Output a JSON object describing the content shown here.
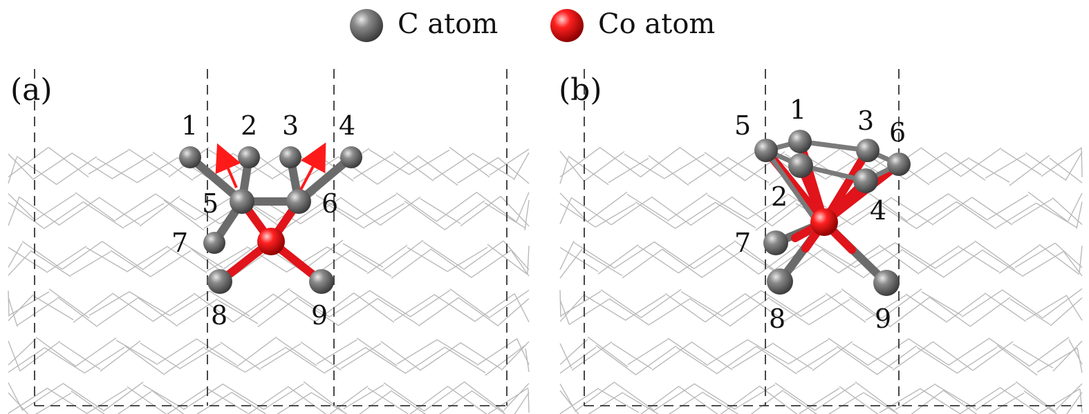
{
  "legend": {
    "items": [
      {
        "label": "C atom",
        "color": "#6a6a6a",
        "icon": "grey-sphere-icon"
      },
      {
        "label": "Co atom",
        "color": "#e0141a",
        "icon": "red-sphere-icon"
      }
    ]
  },
  "panels": [
    {
      "label": "(a)",
      "atom_labels": [
        "1",
        "2",
        "3",
        "4",
        "5",
        "6",
        "7",
        "8",
        "9"
      ]
    },
    {
      "label": "(b)",
      "atom_labels": [
        "1",
        "2",
        "3",
        "4",
        "5",
        "6",
        "7",
        "8",
        "9"
      ]
    }
  ],
  "colors": {
    "carbon": "#6a6a6a",
    "cobalt": "#e0141a",
    "arrow": "#ff1a1a",
    "lattice": "#b9b9b9"
  }
}
